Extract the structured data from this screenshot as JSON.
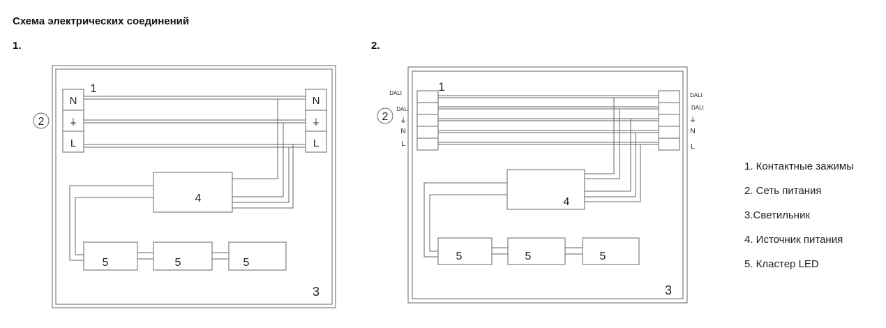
{
  "title": "Схема электрических соединений",
  "diagram1": {
    "number": "1.",
    "terminals_left": [
      "N",
      "⏚",
      "L"
    ],
    "terminals_right": [
      "N",
      "⏚",
      "L"
    ],
    "label_clamps": "1",
    "label_power": "2",
    "label_driver": "4",
    "led_clusters": [
      "5",
      "5",
      "5"
    ],
    "label_luminaire": "3"
  },
  "diagram2": {
    "number": "2.",
    "side_labels_left": [
      "DALI",
      "DALI",
      "⏚",
      "N",
      "L"
    ],
    "side_labels_right": [
      "DALI",
      "DALI",
      "⏚",
      "N",
      "L"
    ],
    "label_clamps": "1",
    "label_power": "2",
    "label_driver": "4",
    "led_clusters": [
      "5",
      "5",
      "5"
    ],
    "label_luminaire": "3"
  },
  "legend": [
    "1. Контактные зажимы",
    "2. Сеть питания",
    "3.Светильник",
    "4. Источник питания",
    "5. Кластер LED"
  ]
}
